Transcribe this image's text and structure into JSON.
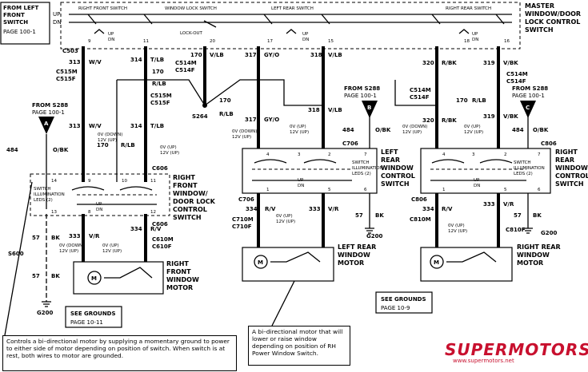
{
  "from_left_front_switch": {
    "line1": "FROM LEFT",
    "line2": "FRONT",
    "line3": "SWITCH",
    "page": "PAGE 100-1"
  },
  "master_switch": {
    "title_line1": "MASTER",
    "title_line2": "WINDOW/DOOR",
    "title_line3": "LOCK CONTROL",
    "title_line4": "SWITCH",
    "right_front_switch": "RIGHT FRONT SWITCH",
    "window_lock_switch": "WINDOW LOCK SWITCH",
    "left_rear_switch": "LEFT REAR SWITCH",
    "right_rear_switch": "RIGHT REAR SWITCH",
    "lock_out": "LOCK-OUT",
    "up": "UP",
    "dn": "DN",
    "up_dn": "UP\nDN",
    "pins": [
      "9",
      "11",
      "20",
      "17",
      "15",
      "18",
      "16"
    ]
  },
  "connectors": {
    "c503": "C503",
    "c515m": "C515M",
    "c515f": "C515F",
    "c514m": "C514M",
    "c514f": "C514F",
    "s264": "S264",
    "c606": "C606",
    "c608": "C606",
    "c610m": "C610M",
    "c610f": "C610F",
    "c706": "C706",
    "c710m": "C710M",
    "c710f": "C710F",
    "c806": "C806",
    "c810m": "C810M",
    "c810f": "C810F",
    "s600": "S600"
  },
  "wires": {
    "w313": "313",
    "w314": "314",
    "w170": "170",
    "w317": "317",
    "w318": "318",
    "w319": "319",
    "w320": "320",
    "w484": "484",
    "w57": "57",
    "w333": "333",
    "w334": "334",
    "c_wv": "W/V",
    "c_tlb": "T/LB",
    "c_vlb": "V/LB",
    "c_rlb": "R/LB",
    "c_gyo": "GY/O",
    "c_rbk": "R/BK",
    "c_vbk": "V/BK",
    "c_obk": "O/BK",
    "c_bk": "BK",
    "c_vr": "V/R",
    "c_rv": "R/V"
  },
  "from_s288": {
    "label": "FROM S288",
    "page": "PAGE 100-1",
    "a": "A",
    "b": "B",
    "c": "C"
  },
  "state_labels": {
    "up_l1": "0V (UP)",
    "up_l2": "0V (DOWN)",
    "dn_l1": "0V (DOWN)",
    "dn_l2": "12V (UP)"
  },
  "rf_switch": {
    "l1": "RIGHT",
    "l2": "FRONT",
    "l3": "WINDOW/",
    "l4": "DOOR LOCK",
    "l5": "CONTROL",
    "l6": "SWITCH",
    "illum1": "SWITCH",
    "illum2": "ILLUMINATION",
    "illum3": "LEDS (2)",
    "pins": [
      "14",
      "9",
      "10",
      "11",
      "13",
      "8",
      "12"
    ]
  },
  "lr_switch": {
    "l1": "LEFT",
    "l2": "REAR",
    "l3": "WINDOW",
    "l4": "CONTROL",
    "l5": "SWITCH",
    "pins": [
      "4",
      "3",
      "2",
      "7",
      "1",
      "5",
      "6"
    ]
  },
  "rr_switch": {
    "l1": "RIGHT",
    "l2": "REAR",
    "l3": "WINDOW",
    "l4": "CONTROL",
    "l5": "SWITCH",
    "pins": [
      "4",
      "3",
      "2",
      "7",
      "1",
      "5",
      "6"
    ]
  },
  "motors": {
    "m": "M",
    "rf1": "RIGHT",
    "rf2": "FRONT",
    "rf3": "WINDOW",
    "rf4": "MOTOR",
    "lr1": "LEFT REAR",
    "lr2": "WINDOW",
    "lr3": "MOTOR",
    "rr1": "RIGHT REAR",
    "rr2": "WINDOW",
    "rr3": "MOTOR"
  },
  "grounds": {
    "g200": "G200",
    "see_grounds": "SEE GROUNDS",
    "page_10_11": "PAGE 10-11",
    "page_10_9": "PAGE 10-9"
  },
  "notes": {
    "left": "Controls a bi–directional motor by supplying a momentary ground to power to either side of motor depending on position of switch. When switch is at rest, both wires to motor are grounded.",
    "center": "A bi–directional motor that will lower or raise window depending on position of RH Power Window Switch."
  },
  "watermark": {
    "logo": "SUPERMOTORS",
    "url": "www.supermotors.net",
    "logo_color": "#c8102e"
  }
}
